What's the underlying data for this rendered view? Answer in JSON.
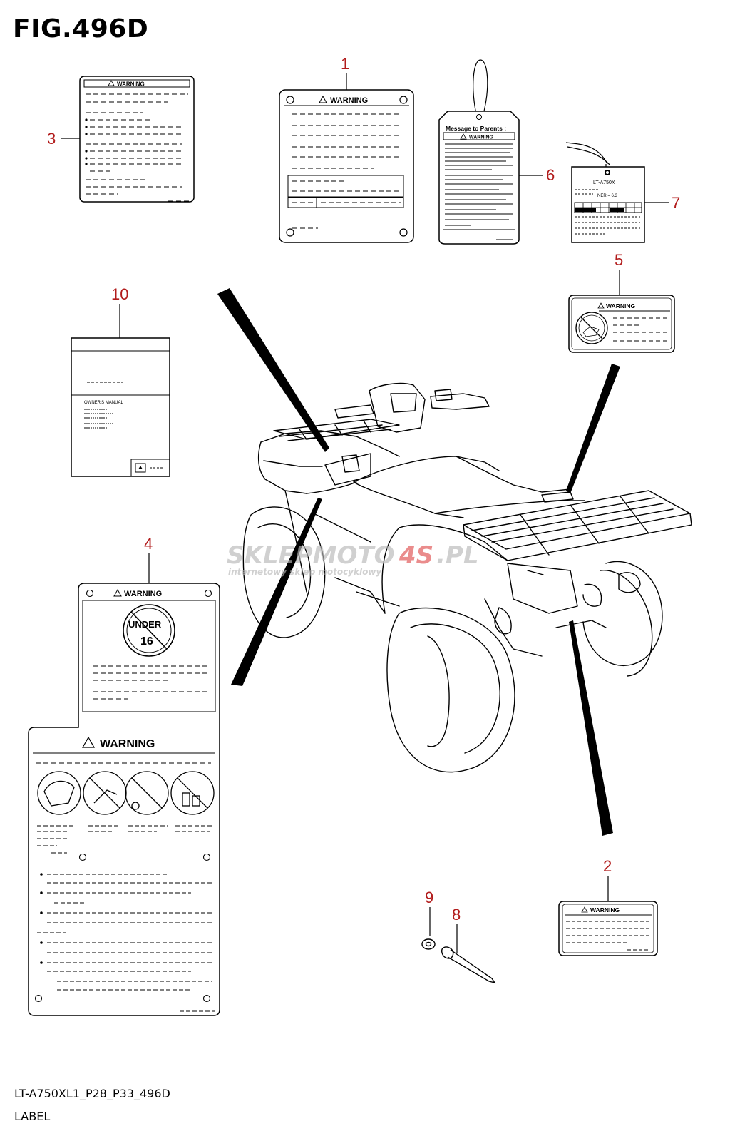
{
  "figure": {
    "title": "FIG.496D",
    "model_code": "LT-A750XL1_P28_P33_496D",
    "group_name": "LABEL"
  },
  "callouts": [
    "1",
    "2",
    "3",
    "4",
    "5",
    "6",
    "7",
    "8",
    "9",
    "10"
  ],
  "labels": {
    "warning_word": "WARNING",
    "tag_heading": "Message to Parents :",
    "tag_model": "LT-A750X",
    "tag_ner": "NER = 6.3",
    "manual_title": "OWNER'S MANUAL",
    "under_word": "UNDER",
    "under_age": "16"
  },
  "watermark": {
    "brand_main": "SKLEPMOTO",
    "brand_num": "4S",
    "brand_tld": ".PL",
    "tagline": "internetowy sklep motocyklowy"
  },
  "colors": {
    "callout_red": "#b21c1c",
    "watermark_red": "#e05050",
    "watermark_gray": "#b8b8b8"
  }
}
